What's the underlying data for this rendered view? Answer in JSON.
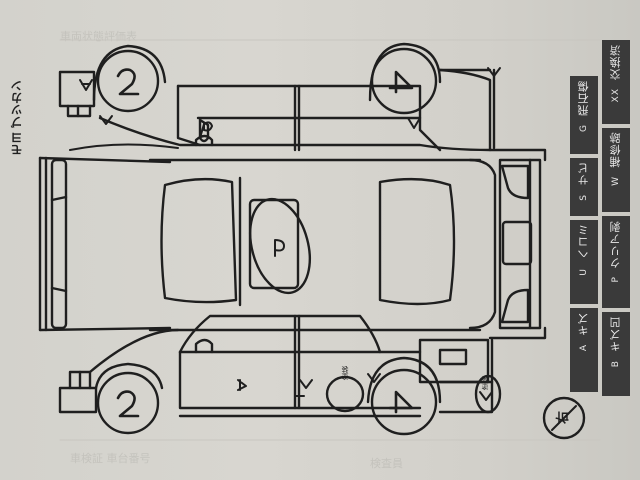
{
  "sheet": {
    "orientation": "rotated-90",
    "side_marker": "右",
    "header_faint_text": "車両状態評価表",
    "footer_faint_text_left": "車検証 車台番号",
    "footer_faint_text_right": "検査員"
  },
  "legend": {
    "items": [
      {
        "code": "A",
        "label": "キズ"
      },
      {
        "code": "U",
        "label": "ヘコミ"
      },
      {
        "code": "S",
        "label": "サビ"
      },
      {
        "code": "G",
        "label": "飛石傷"
      },
      {
        "code": "B",
        "label": "キズ凹"
      },
      {
        "code": "P",
        "label": "クリア剥"
      },
      {
        "code": "W",
        "label": "補修跡"
      },
      {
        "code": "XX",
        "label": "交換済"
      }
    ],
    "colors": {
      "cell_bg": "#3a3a3a",
      "cell_text": "#e8e8e8"
    }
  },
  "annotations": {
    "handwritten_note": "モヨ ブツカン",
    "wheel_marks": [
      "2",
      "4",
      "2",
      "4"
    ],
    "damage_marks": [
      {
        "location": "front-left-bumper",
        "mark": "A"
      },
      {
        "location": "front-left-fender",
        "mark": "A"
      },
      {
        "location": "rear-left-bumper",
        "mark": "A"
      },
      {
        "location": "rear-left-quarter",
        "mark": "A"
      },
      {
        "location": "left-mirror",
        "mark": "P"
      },
      {
        "location": "roof",
        "mark": "P"
      },
      {
        "location": "right-mirror",
        "mark": "P"
      },
      {
        "location": "right-front-door",
        "mark": "1A"
      },
      {
        "location": "right-rear-door",
        "mark": "1A"
      },
      {
        "location": "right-rear-quarter",
        "mark": "A"
      },
      {
        "location": "right-rear-bumper",
        "mark": "A"
      }
    ],
    "circle_notes": [
      "塗装",
      "塗装"
    ]
  },
  "colors": {
    "paper": "#d6d4ce",
    "ink": "#1f1f1f"
  }
}
